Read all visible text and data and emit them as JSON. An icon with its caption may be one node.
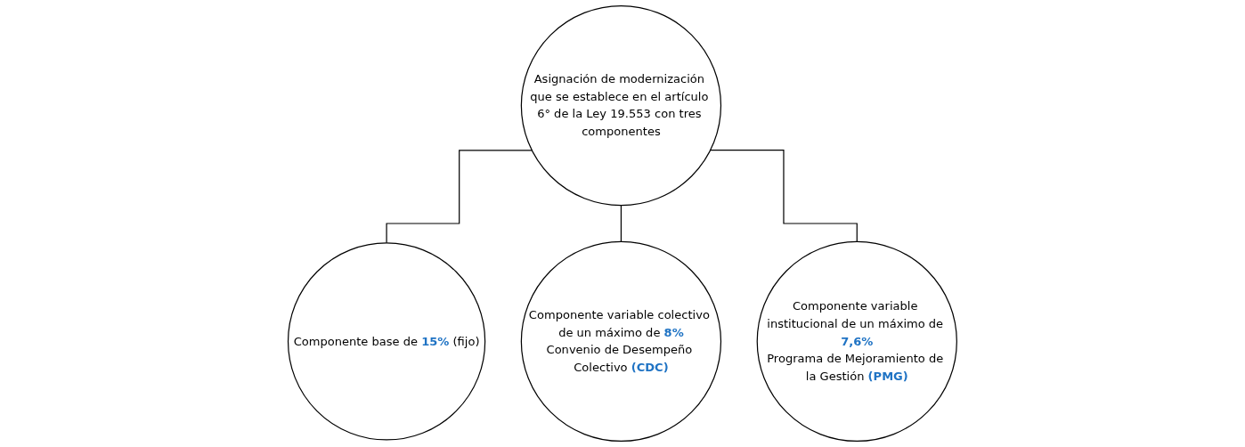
{
  "diagram": {
    "nodes": [
      {
        "text": [
          "Asignación de modernización que se establece en el artículo 6° de la Ley 19.553 con tres componentes"
        ]
      },
      {
        "text": [
          "Componente base de **15%** (fijo)"
        ]
      },
      {
        "text": [
          "Componente variable colectivo de un máximo de **8%**",
          "Convenio de Desempeño Colectivo **(CDC)**"
        ]
      },
      {
        "text": [
          "Componente variable institucional de un máximo de **7,6%**",
          "Programa de Mejoramiento de la Gestión **(PMG)**"
        ]
      }
    ],
    "edges": [
      {
        "from": 0,
        "to": 1,
        "arrow": "none"
      },
      {
        "from": 0,
        "to": 2,
        "arrow": "none"
      },
      {
        "from": 0,
        "to": 3,
        "arrow": "none"
      }
    ]
  }
}
